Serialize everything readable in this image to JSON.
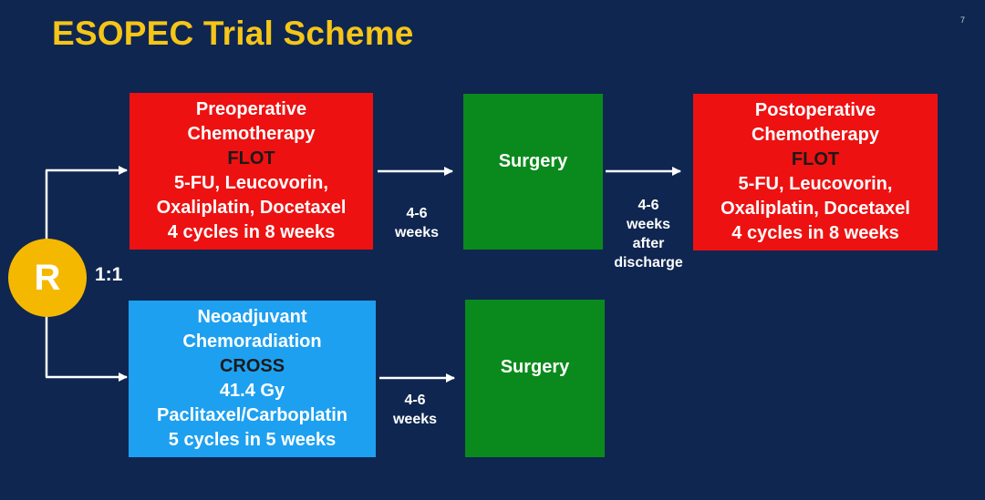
{
  "slide": {
    "title": "ESOPEC Trial Scheme",
    "page_number": "7"
  },
  "randomization": {
    "symbol": "R",
    "ratio": "1:1"
  },
  "arm_flot": {
    "preop": {
      "lines": [
        "Preoperative",
        "Chemotherapy"
      ],
      "regimen": "FLOT",
      "details": [
        "5-FU, Leucovorin,",
        "Oxaliplatin, Docetaxel",
        "4 cycles in 8 weeks"
      ]
    },
    "interval_to_surgery": [
      "4-6",
      "weeks"
    ],
    "surgery": "Surgery",
    "interval_after_surgery": [
      "4-6",
      "weeks",
      "after",
      "discharge"
    ],
    "postop": {
      "lines": [
        "Postoperative",
        "Chemotherapy"
      ],
      "regimen": "FLOT",
      "details": [
        "5-FU, Leucovorin,",
        "Oxaliplatin, Docetaxel",
        "4 cycles in 8 weeks"
      ]
    }
  },
  "arm_cross": {
    "neoadjuvant": {
      "lines": [
        "Neoadjuvant",
        "Chemoradiation"
      ],
      "regimen": "CROSS",
      "details": [
        "41.4 Gy",
        "Paclitaxel/Carboplatin",
        "5 cycles in 5 weeks"
      ]
    },
    "interval_to_surgery": [
      "4-6",
      "weeks"
    ],
    "surgery": "Surgery"
  },
  "colors": {
    "background": "#0f2650",
    "title": "#f5c518",
    "chemo_box": "#ee1111",
    "surgery_box": "#0a8a1c",
    "chemoradiation_box": "#1ea0f0",
    "randomization_circle": "#f5b800",
    "flot_text": "#1a1a1a",
    "cross_text": "#1a1a1a"
  }
}
